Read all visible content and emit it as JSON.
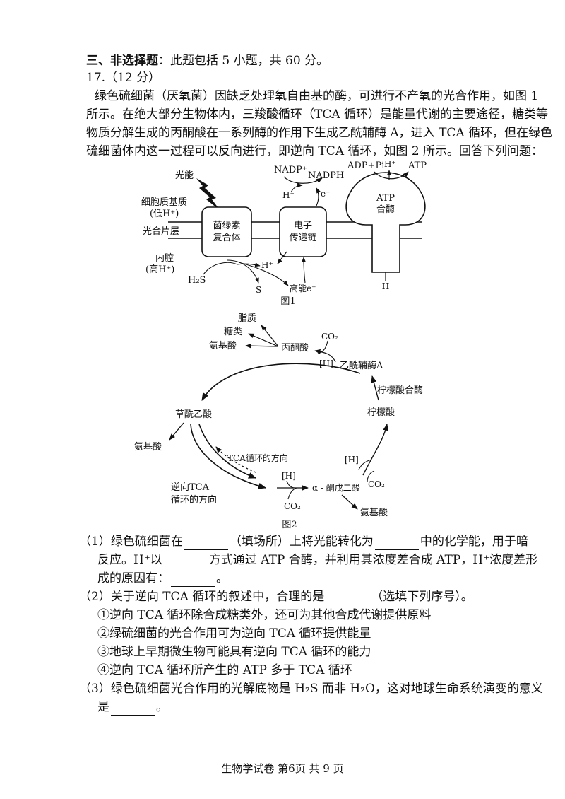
{
  "section": {
    "heading_bold": "三、非选择题",
    "heading_rest": "：此题包括 5 小题，共 60 分。"
  },
  "question17": {
    "number": "17.（12 分）",
    "intro": [
      "绿色硫细菌（厌氧菌）因缺乏处理氧自由基的酶，可进行不产氧的光合作用，如图 1",
      "所示。在绝大部分生物体内，三羧酸循环（TCA 循环）是能量代谢的主要途径，糖类等",
      "物质分解生成的丙酮酸在一系列酶的作用下生成乙酰辅酶 A，进入 TCA 循环，但在绿色",
      "硫细菌体内这一过程可以反向进行，即逆向 TCA 循环，如图 2 所示。回答下列问题："
    ]
  },
  "figure1": {
    "caption": "图1",
    "light_label": "光能",
    "cytoplasm_label_1": "细胞质基质",
    "cytoplasm_label_2": "(低H⁺)",
    "membrane_label": "光合片层",
    "lumen_label_1": "内腔",
    "lumen_label_2": "(高H⁺)",
    "complex_1": "菌绿素",
    "complex_2": "复合体",
    "chain_1": "电子",
    "chain_2": "传递链",
    "atp_synthase_1": "ATP",
    "atp_synthase_2": "合酶",
    "nadp": "NADP⁺",
    "nadph": "NADPH",
    "h_plus": "H⁺",
    "e_minus": "e⁻",
    "adp_pi": "ADP+Pi",
    "atp_h": "H⁺",
    "atp_out": "ATP",
    "h2s": "H₂S",
    "s": "S",
    "lumen_h": "H⁺",
    "high_e": "高能e⁻",
    "bottom_h": "H"
  },
  "figure2": {
    "caption": "图2",
    "lipid": "脂质",
    "sugar": "糖类",
    "amino1": "氨基酸",
    "pyruvate": "丙酮酸",
    "co2_top": "CO₂",
    "h_top": "[H]",
    "acetyl": "乙酰辅酶A",
    "citrate_synthase": "柠檬酸合酶",
    "citrate": "柠檬酸",
    "oxaloacetate": "草酰乙酸",
    "amino2": "氨基酸",
    "tca_dir": "TCA循环的方向",
    "rev_tca_1": "逆向TCA",
    "rev_tca_2": "循环的方向",
    "h_mid": "[H]",
    "co2_mid": "CO₂",
    "alpha": "α - 酮戊二酸",
    "h_right": "[H]",
    "co2_right": "CO₂",
    "amino3": "氨基酸"
  },
  "sub_questions": {
    "q1_a": "（1）绿色硫细菌在",
    "q1_b": "（填场所）上将光能转化为",
    "q1_c": "中的化学能，用于暗",
    "q1_d": "反应。H⁺以",
    "q1_e": "方式通过 ATP 合酶，并利用其浓度差合成 ATP，H⁺浓度差形",
    "q1_f": "成的原因有：",
    "q1_g": "。",
    "q2_a": "（2）关于逆向 TCA 循环的叙述中，合理的是",
    "q2_b": "（选填下列序号）。",
    "q2_options": [
      "①逆向 TCA 循环除合成糖类外，还可为其他合成代谢提供原料",
      "②绿硫细菌的光合作用可为逆向 TCA 循环提供能量",
      "③地球上早期微生物可能具有逆向 TCA 循环的能力",
      "④逆向 TCA 循环所产生的 ATP 多于 TCA 循环"
    ],
    "q3_a": "（3）绿色硫细菌光合作用的光解底物是 H₂S 而非 H₂O，这对地球生命系统演变的意义",
    "q3_b": "是",
    "q3_c": "。"
  },
  "footer": "生物学试卷  第6页  共 9 页"
}
